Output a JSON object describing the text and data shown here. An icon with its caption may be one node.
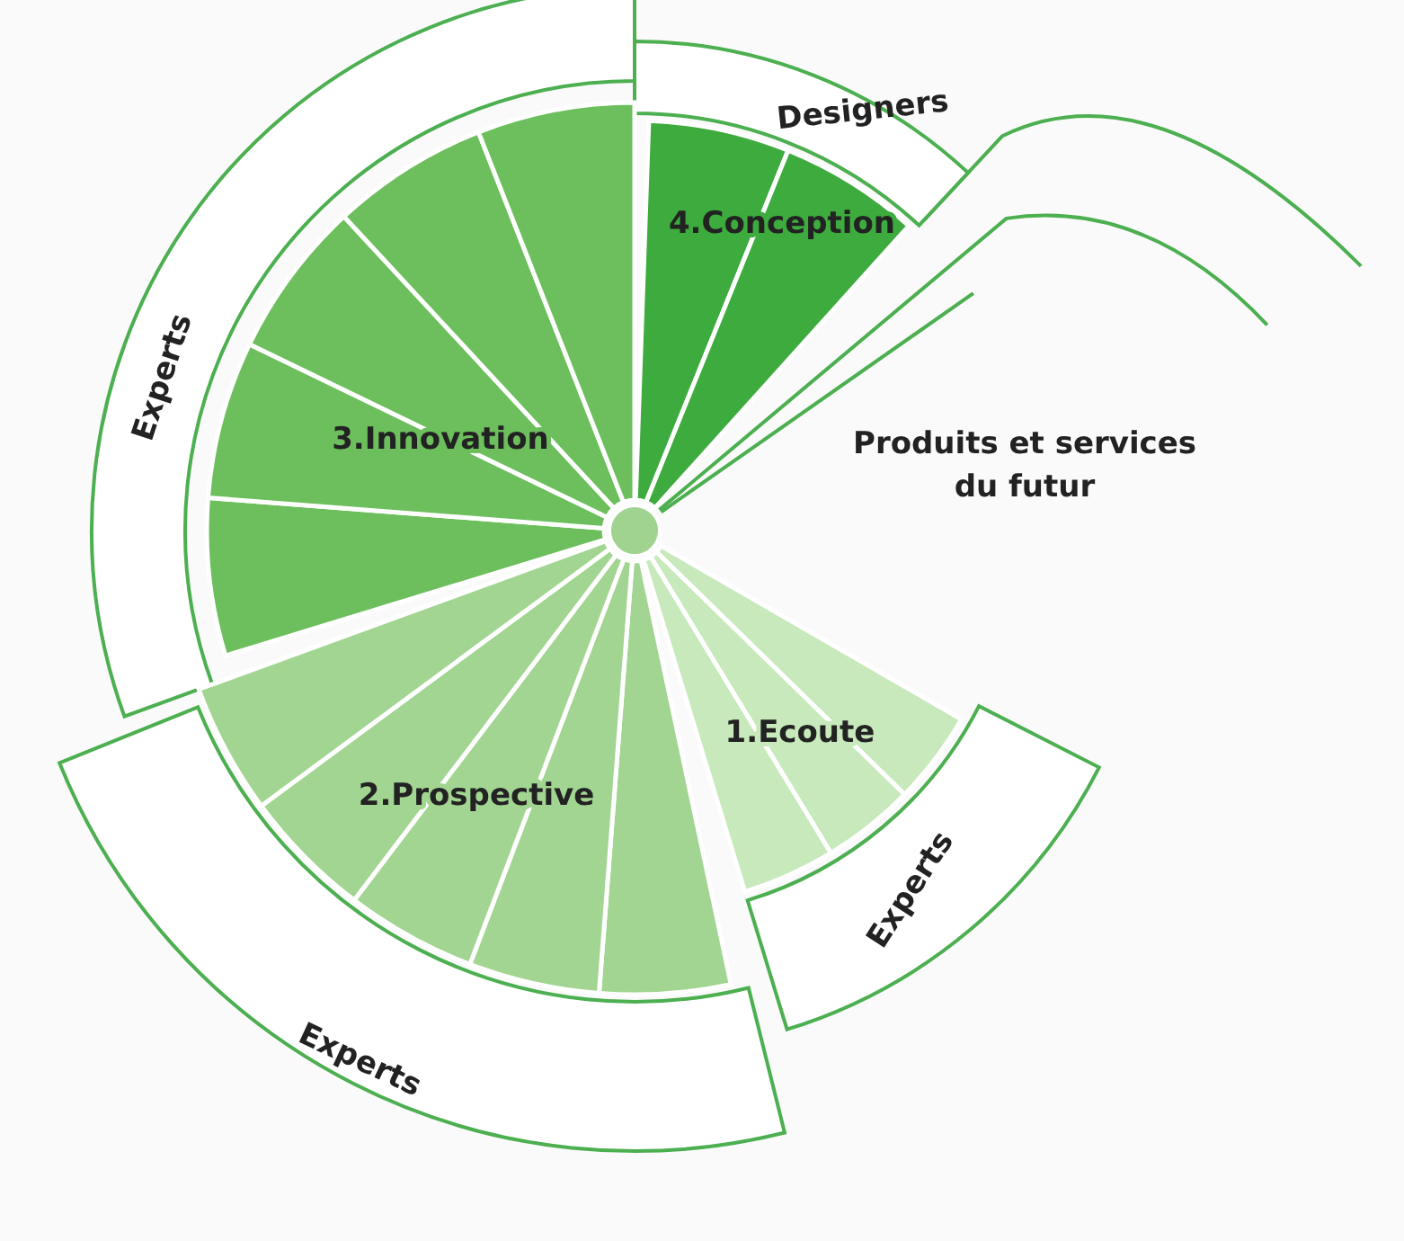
{
  "diagram": {
    "nodes": [
      {
        "text": [
          "Designers"
        ]
      },
      {
        "text": [
          "4.Conception"
        ]
      },
      {
        "text": [
          "Experts"
        ]
      },
      {
        "text": [
          "3.Innovation"
        ]
      },
      {
        "text": [
          "1.Ecoute"
        ]
      },
      {
        "text": [
          "Experts"
        ]
      },
      {
        "text": [
          "2.Prospective"
        ]
      },
      {
        "text": [
          "Experts"
        ]
      }
    ],
    "edges": [],
    "labels": [
      "Produits et services du futur"
    ]
  }
}
